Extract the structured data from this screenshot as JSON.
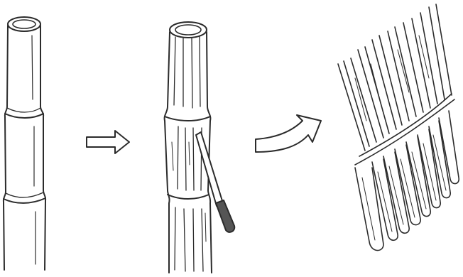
{
  "diagram": {
    "steps": [
      {
        "id": "whole-bamboo-stalk",
        "icon": "bamboo-stalk-icon"
      },
      {
        "id": "stalk-being-split",
        "icon": "bamboo-split-with-knife-icon"
      },
      {
        "id": "split-bamboo-strips",
        "icon": "bamboo-strips-fan-icon"
      }
    ],
    "arrows": [
      {
        "from": "whole-bamboo-stalk",
        "to": "stalk-being-split",
        "icon": "straight-arrow-icon"
      },
      {
        "from": "stalk-being-split",
        "to": "split-bamboo-strips",
        "icon": "curved-arrow-icon"
      }
    ],
    "colors": {
      "ink": "#2b2b2b",
      "background": "#ffffff",
      "knife_handle": "#555555"
    }
  }
}
